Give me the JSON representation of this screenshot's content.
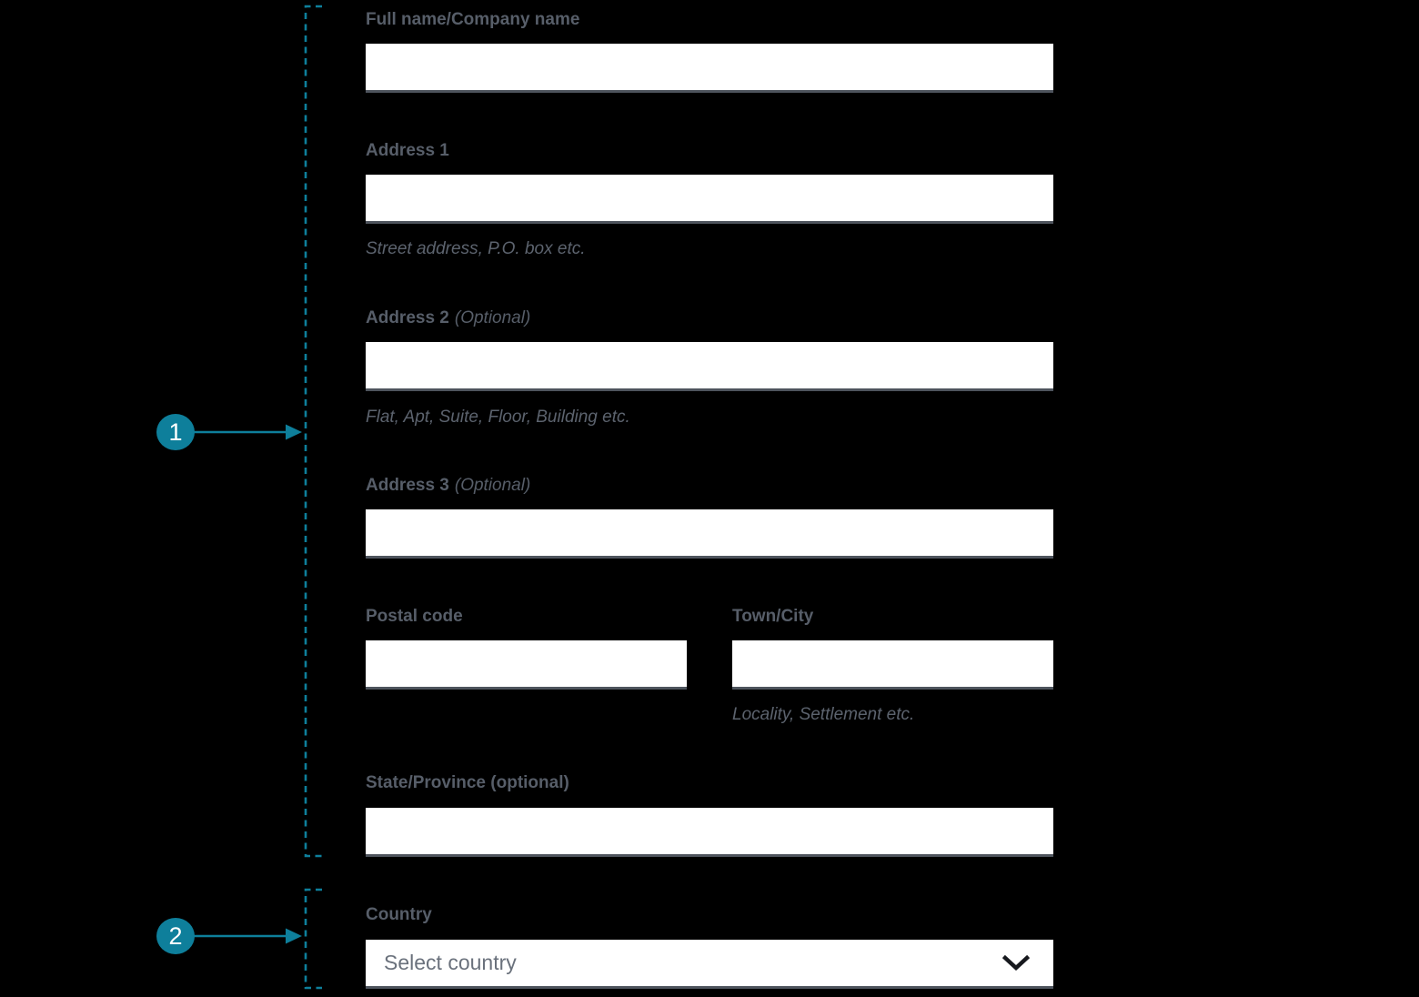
{
  "accent_color": "#0e7f9b",
  "annotations": {
    "marker1": {
      "number": "1"
    },
    "marker2": {
      "number": "2"
    }
  },
  "form": {
    "full_name": {
      "label": "Full name/Company name",
      "value": ""
    },
    "address1": {
      "label": "Address 1",
      "value": "",
      "helper": "Street address, P.O. box etc."
    },
    "address2": {
      "label": "Address 2",
      "optional": "(Optional)",
      "value": "",
      "helper": "Flat, Apt, Suite, Floor, Building etc."
    },
    "address3": {
      "label": "Address 3",
      "optional": "(Optional)",
      "value": ""
    },
    "postal_code": {
      "label": "Postal code",
      "value": ""
    },
    "town_city": {
      "label": "Town/City",
      "value": "",
      "helper": "Locality, Settlement etc."
    },
    "state_province": {
      "label": "State/Province (optional)",
      "value": ""
    },
    "country": {
      "label": "Country",
      "placeholder": "Select country"
    }
  }
}
